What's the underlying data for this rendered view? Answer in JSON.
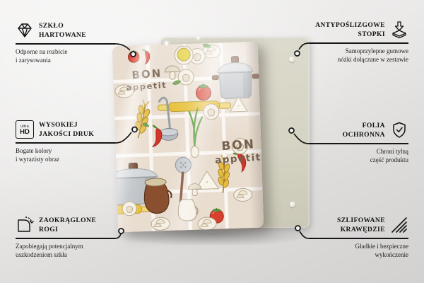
{
  "product": {
    "print": {
      "brand_word1": "BON",
      "brand_word2": "appetit"
    }
  },
  "callouts": [
    {
      "id": "szklo-hartowane",
      "icon": "diamond-icon",
      "title_line1": "SZKŁO",
      "title_line2": "HARTOWANE",
      "desc_line1": "Odporne na rozbicie",
      "desc_line2": "i zarysowania"
    },
    {
      "id": "antyposlizgowe-stopki",
      "icon": "anti-slip-feet-icon",
      "title_line1": "ANTYPOŚLIZGOWE",
      "title_line2": "STOPKI",
      "desc_line1": "Samoprzylepne gumowe",
      "desc_line2": "nóżki dołączane w zestawie"
    },
    {
      "id": "wysokiej-jakosci-druk",
      "icon": "ultra-hd-icon",
      "icon_label_top": "ultra",
      "icon_label_bottom": "HD",
      "title_line1": "WYSOKIEJ",
      "title_line2": "JAKOŚCI DRUK",
      "desc_line1": "Bogate kolory",
      "desc_line2": "i wyrazisty obraz"
    },
    {
      "id": "folia-ochronna",
      "icon": "shield-check-icon",
      "title_line1": "FOLIA",
      "title_line2": "OCHRONNA",
      "desc_line1": "Chroni tylną",
      "desc_line2": "część produktu"
    },
    {
      "id": "zaokraglone-rogi",
      "icon": "rounded-corner-icon",
      "title_line1": "ZAOKRĄGLONE",
      "title_line2": "ROGI",
      "desc_line1": "Zapobiegają potencjalnym",
      "desc_line2": "uszkodzeniom szkła"
    },
    {
      "id": "szlifowane-krawedzie",
      "icon": "polished-edge-icon",
      "title_line1": "SZLIFOWANE",
      "title_line2": "KRAWĘDZIE",
      "desc_line1": "Gładkie i bezpieczne",
      "desc_line2": "wykończenie"
    }
  ],
  "colors": {
    "callout_line": "#161616",
    "background_top": "#f3f2f1",
    "background_bottom": "#d2d1d0",
    "back_panel": "#d6d4c4",
    "print_background": "#e9ddd0",
    "print_brand_text": "#74604f",
    "accent_red": "#d33527",
    "accent_yellow": "#e8c23f",
    "accent_green": "#5d9e3f",
    "steel_gray": "#bfc3c7",
    "clay_brown": "#8a4f2f"
  }
}
